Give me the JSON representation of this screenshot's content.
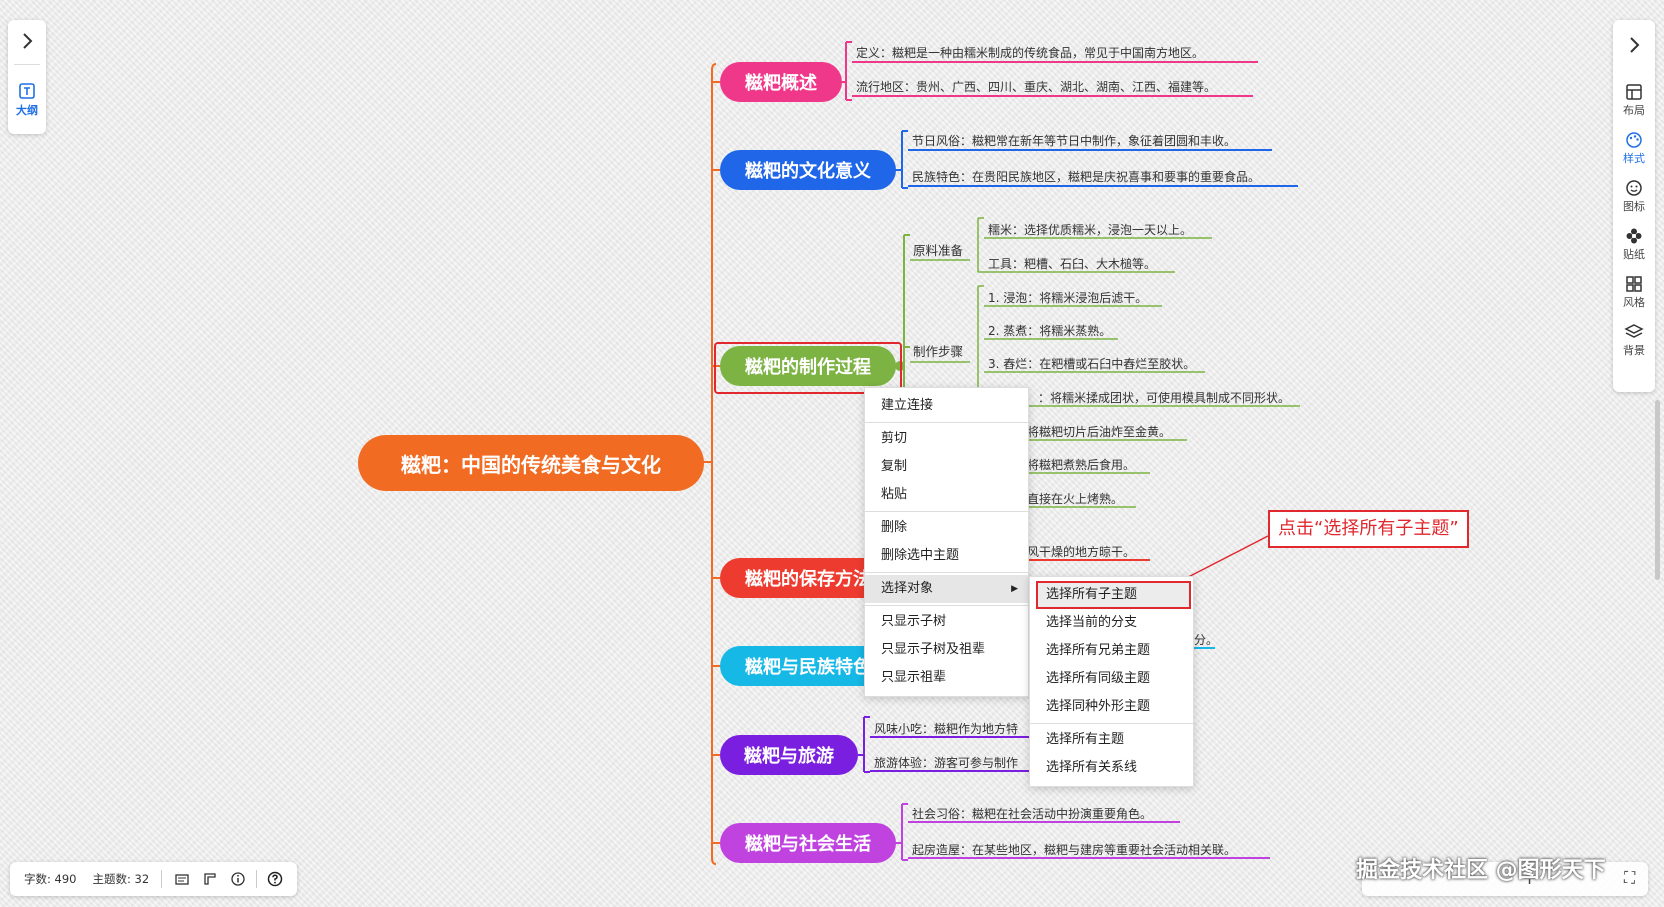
{
  "left_panel": {
    "outline_label": "大纲"
  },
  "right_panel": {
    "tools": [
      {
        "icon": "layout-icon",
        "label": "布局"
      },
      {
        "icon": "palette-icon",
        "label": "样式"
      },
      {
        "icon": "smile-icon",
        "label": "图标"
      },
      {
        "icon": "flower-icon",
        "label": "贴纸"
      },
      {
        "icon": "grid-icon",
        "label": "风格"
      },
      {
        "icon": "layers-icon",
        "label": "背景"
      }
    ]
  },
  "central": {
    "label": "糍粑：中国的传统美食与文化",
    "color": "#f26b22"
  },
  "branches": {
    "b1": {
      "label": "糍粑概述",
      "color": "#f0388a",
      "leaves": [
        "定义：糍粑是一种由糯米制成的传统食品，常见于中国南方地区。",
        "流行地区：贵州、广西、四川、重庆、湖北、湖南、江西、福建等。"
      ]
    },
    "b2": {
      "label": "糍粑的文化意义",
      "color": "#1f66e8",
      "leaves": [
        "节日风俗：糍粑常在新年等节日中制作，象征着团圆和丰收。",
        "民族特色：在贵阳民族地区，糍粑是庆祝喜事和要事的重要食品。"
      ]
    },
    "b3": {
      "label": "糍粑的制作过程",
      "color": "#7cb342",
      "sub1": "原料准备",
      "sub2": "制作步骤",
      "raw": [
        "糯米：选择优质糯米，浸泡一天以上。",
        "工具：粑槽、石臼、大木槌等。"
      ],
      "steps": [
        "1. 浸泡：将糯米浸泡后滤干。",
        "2. 蒸煮：将糯米蒸熟。",
        "3. 舂烂：在粑槽或石臼中舂烂至胶状。",
        "：将糯米揉成团状，可使用模具制成不同形状。",
        "将糍粑切片后油炸至金黄。",
        "将糍粑煮熟后食用。",
        "直接在火上烤熟。"
      ]
    },
    "b4": {
      "label": "糍粑的保存方法",
      "color": "#ee3b2f",
      "leaf": "风干燥的地方晾干。"
    },
    "b5": {
      "label": "糍粑与民族特色",
      "color": "#16b8e6",
      "leaf": "分。"
    },
    "b6": {
      "label": "糍粑与旅游",
      "color": "#7a1ee0",
      "leaves": [
        "风味小吃：糍粑作为地方特",
        "旅游体验：游客可参与制作"
      ]
    },
    "b7": {
      "label": "糍粑与社会生活",
      "color": "#c043e0",
      "leaves": [
        "社会习俗：糍粑在社会活动中扮演重要角色。",
        "起房造屋：在某些地区，糍粑与建房等重要社会活动相关联。"
      ]
    }
  },
  "context_menu": {
    "items": [
      "建立连接",
      "剪切",
      "复制",
      "粘贴",
      "删除",
      "删除选中主题",
      "选择对象",
      "只显示子树",
      "只显示子树及祖辈",
      "只显示祖辈"
    ]
  },
  "submenu": {
    "items": [
      "选择所有子主题",
      "选择当前的分支",
      "选择所有兄弟主题",
      "选择所有同级主题",
      "选择同种外形主题",
      "选择所有主题",
      "选择所有关系线"
    ]
  },
  "annotation": {
    "text": "点击“选择所有子主题”",
    "color": "#e0282e"
  },
  "status": {
    "word_count": "字数: 490",
    "topic_count": "主题数: 32"
  },
  "watermark": "掘金技术社区 @图形天下"
}
